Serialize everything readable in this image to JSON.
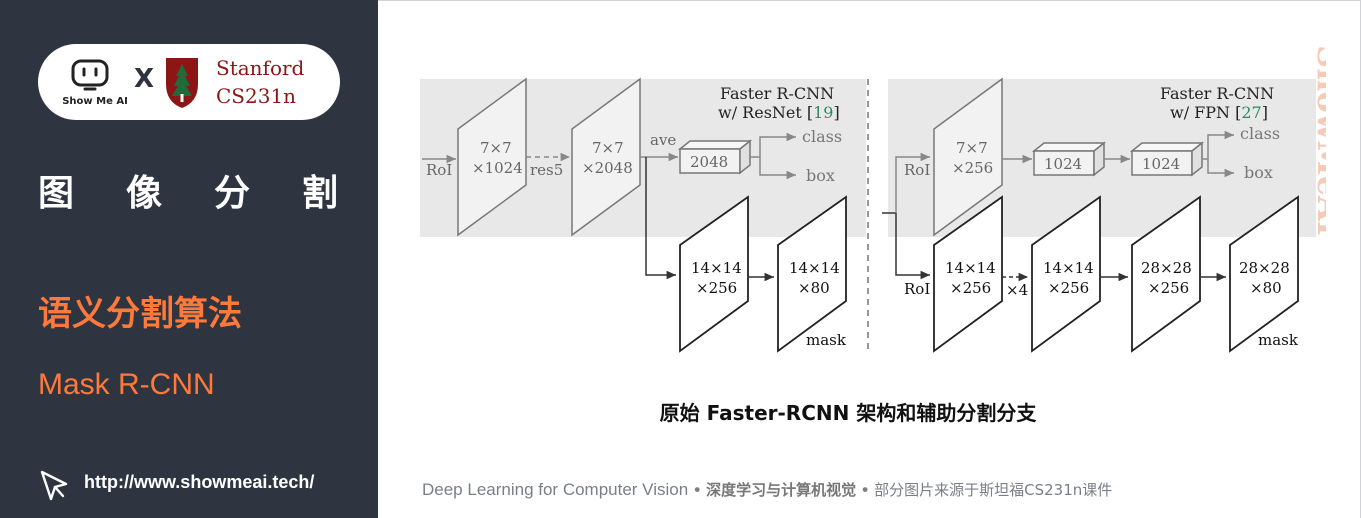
{
  "logo": {
    "showme_text": "Show Me AI",
    "x_mark": "X",
    "stanford_line1": "Stanford",
    "stanford_line2": "CS231n"
  },
  "sidebar": {
    "title_chars": [
      "图",
      "像",
      "分",
      "割"
    ],
    "topic": "语义分割算法",
    "subtopic": "Mask R-CNN",
    "url": "http://www.showmeai.tech/"
  },
  "diagram": {
    "left": {
      "title_line1": "Faster R-CNN",
      "title_line2_prefix": "w/ ResNet [",
      "title_ref": "19",
      "title_line2_suffix": "]",
      "roi": "RoI",
      "box1_l1": "7×7",
      "box1_l2": "×1024",
      "res5": "res5",
      "box2_l1": "7×7",
      "box2_l2": "×2048",
      "ave": "ave",
      "vec": "2048",
      "class": "class",
      "box": "box",
      "mask1_l1": "14×14",
      "mask1_l2": "×256",
      "mask2_l1": "14×14",
      "mask2_l2": "×80",
      "mask": "mask"
    },
    "right": {
      "title_line1": "Faster R-CNN",
      "title_line2_prefix": "w/ FPN [",
      "title_ref": "27",
      "title_line2_suffix": "]",
      "roi_top": "RoI",
      "box1_l1": "7×7",
      "box1_l2": "×256",
      "vec1": "1024",
      "vec2": "1024",
      "class": "class",
      "box": "box",
      "roi_bottom": "RoI",
      "m1_l1": "14×14",
      "m1_l2": "×256",
      "x4": "×4",
      "m2_l1": "14×14",
      "m2_l2": "×256",
      "m3_l1": "28×28",
      "m3_l2": "×256",
      "m4_l1": "28×28",
      "m4_l2": "×80",
      "mask": "mask"
    }
  },
  "watermark": "ShowMeAI",
  "caption": "原始 Faster-RCNN 架构和辅助分割分支",
  "footer": {
    "part1": "Deep Learning for Computer Vision",
    "sep": "•",
    "part2": "深度学习与计算机视觉",
    "part3": "部分图片来源于斯坦福CS231n课件"
  },
  "colors": {
    "sidebar_bg": "#2f3540",
    "accent": "#ff7a3a",
    "stanford": "#8c1515",
    "ref_green": "#2e8b57"
  }
}
